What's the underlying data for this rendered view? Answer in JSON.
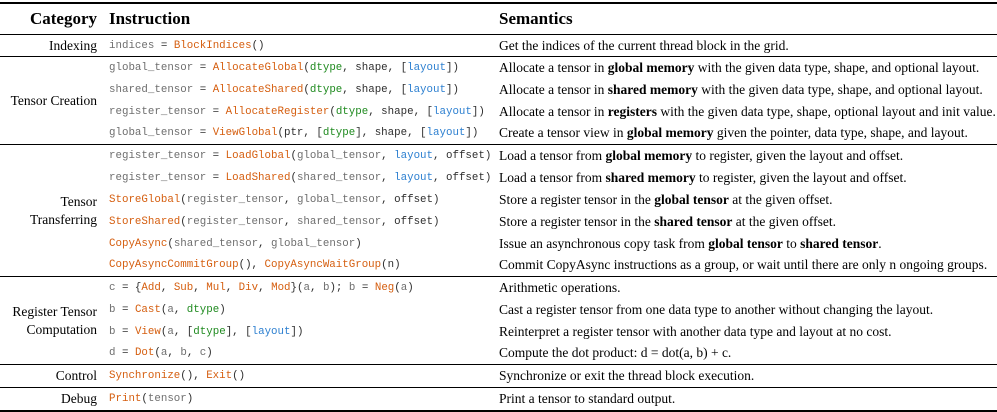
{
  "headers": {
    "category": "Category",
    "instruction": "Instruction",
    "semantics": "Semantics"
  },
  "categories": {
    "indexing": "Indexing",
    "tensor_creation": "Tensor Creation",
    "tensor_transferring_1": "Tensor",
    "tensor_transferring_2": "Transferring",
    "register_tensor_1": "Register Tensor",
    "register_tensor_2": "Computation",
    "control": "Control",
    "debug": "Debug"
  },
  "semantics": {
    "r1": [
      "Get the indices of the current thread block in the grid."
    ],
    "r2": [
      "Allocate a tensor in ",
      "global memory",
      " with the given data type, shape, and optional layout."
    ],
    "r3": [
      "Allocate a tensor in ",
      "shared memory",
      " with the given data type, shape, and optional layout."
    ],
    "r4": [
      "Allocate a tensor in ",
      "registers",
      " with the given data type, shape, optional layout and init value."
    ],
    "r5": [
      "Create a tensor view in ",
      "global memory",
      " given the pointer, data type, shape, and layout."
    ],
    "r6": [
      "Load a tensor from ",
      "global memory",
      " to register, given the layout and offset."
    ],
    "r7": [
      "Load a tensor from ",
      "shared memory",
      " to register, given the layout and offset."
    ],
    "r8": [
      "Store a register tensor in the ",
      "global tensor",
      " at the given offset."
    ],
    "r9": [
      "Store a register tensor in the ",
      "shared tensor",
      " at the given offset."
    ],
    "r10": [
      "Issue an asynchronous copy task from ",
      "global tensor",
      " to ",
      "shared tensor",
      "."
    ],
    "r11": [
      "Commit CopyAsync instructions as a group, or wait until there are only n ongoing groups."
    ],
    "r12": [
      "Arithmetic operations."
    ],
    "r13": [
      "Cast a register tensor from one data type to another without changing the layout."
    ],
    "r14": [
      "Reinterpret a register tensor with another data type and layout at no cost."
    ],
    "r15": [
      "Compute the dot product: d = dot(a, b) + c."
    ],
    "r16": [
      "Synchronize or exit the thread block execution."
    ],
    "r17": [
      "Print a tensor to standard output."
    ]
  },
  "instructions": {
    "r1": [
      [
        "v",
        "indices"
      ],
      [
        "p",
        " = "
      ],
      [
        "f",
        "BlockIndices"
      ],
      [
        "p",
        "()"
      ]
    ],
    "r2": [
      [
        "v",
        "global_tensor"
      ],
      [
        "p",
        " = "
      ],
      [
        "f",
        "AllocateGlobal"
      ],
      [
        "p",
        "("
      ],
      [
        "d",
        "dtype"
      ],
      [
        "p",
        ", shape, ["
      ],
      [
        "k",
        "layout"
      ],
      [
        "p",
        "])"
      ]
    ],
    "r3": [
      [
        "v",
        "shared_tensor"
      ],
      [
        "p",
        " = "
      ],
      [
        "f",
        "AllocateShared"
      ],
      [
        "p",
        "("
      ],
      [
        "d",
        "dtype"
      ],
      [
        "p",
        ", shape, ["
      ],
      [
        "k",
        "layout"
      ],
      [
        "p",
        "])"
      ]
    ],
    "r4": [
      [
        "v",
        "register_tensor"
      ],
      [
        "p",
        " = "
      ],
      [
        "f",
        "AllocateRegister"
      ],
      [
        "p",
        "("
      ],
      [
        "d",
        "dtype"
      ],
      [
        "p",
        ", shape, ["
      ],
      [
        "k",
        "layout"
      ],
      [
        "p",
        "])"
      ]
    ],
    "r5": [
      [
        "v",
        "global_tensor"
      ],
      [
        "p",
        " = "
      ],
      [
        "f",
        "ViewGlobal"
      ],
      [
        "p",
        "(ptr, ["
      ],
      [
        "d",
        "dtype"
      ],
      [
        "p",
        "], shape, ["
      ],
      [
        "k",
        "layout"
      ],
      [
        "p",
        "])"
      ]
    ],
    "r6": [
      [
        "v",
        "register_tensor"
      ],
      [
        "p",
        " = "
      ],
      [
        "f",
        "LoadGlobal"
      ],
      [
        "p",
        "("
      ],
      [
        "v",
        "global_tensor"
      ],
      [
        "p",
        ", "
      ],
      [
        "k",
        "layout"
      ],
      [
        "p",
        ", offset)"
      ]
    ],
    "r7": [
      [
        "v",
        "register_tensor"
      ],
      [
        "p",
        " = "
      ],
      [
        "f",
        "LoadShared"
      ],
      [
        "p",
        "("
      ],
      [
        "v",
        "shared_tensor"
      ],
      [
        "p",
        ", "
      ],
      [
        "k",
        "layout"
      ],
      [
        "p",
        ", offset)"
      ]
    ],
    "r8": [
      [
        "f",
        "StoreGlobal"
      ],
      [
        "p",
        "("
      ],
      [
        "v",
        "register_tensor"
      ],
      [
        "p",
        ", "
      ],
      [
        "v",
        "global_tensor"
      ],
      [
        "p",
        ", offset)"
      ]
    ],
    "r9": [
      [
        "f",
        "StoreShared"
      ],
      [
        "p",
        "("
      ],
      [
        "v",
        "register_tensor"
      ],
      [
        "p",
        ", "
      ],
      [
        "v",
        "shared_tensor"
      ],
      [
        "p",
        ", offset)"
      ]
    ],
    "r10": [
      [
        "f",
        "CopyAsync"
      ],
      [
        "p",
        "("
      ],
      [
        "v",
        "shared_tensor"
      ],
      [
        "p",
        ", "
      ],
      [
        "v",
        "global_tensor"
      ],
      [
        "p",
        ")"
      ]
    ],
    "r11": [
      [
        "f",
        "CopyAsyncCommitGroup"
      ],
      [
        "p",
        "(), "
      ],
      [
        "f",
        "CopyAsyncWaitGroup"
      ],
      [
        "p",
        "(n)"
      ]
    ],
    "r12": [
      [
        "v",
        "c"
      ],
      [
        "p",
        " = {"
      ],
      [
        "f",
        "Add"
      ],
      [
        "p",
        ", "
      ],
      [
        "f",
        "Sub"
      ],
      [
        "p",
        ", "
      ],
      [
        "f",
        "Mul"
      ],
      [
        "p",
        ", "
      ],
      [
        "f",
        "Div"
      ],
      [
        "p",
        ", "
      ],
      [
        "f",
        "Mod"
      ],
      [
        "p",
        "}("
      ],
      [
        "v",
        "a"
      ],
      [
        "p",
        ", "
      ],
      [
        "v",
        "b"
      ],
      [
        "p",
        "); "
      ],
      [
        "v",
        "b"
      ],
      [
        "p",
        " = "
      ],
      [
        "f",
        "Neg"
      ],
      [
        "p",
        "("
      ],
      [
        "v",
        "a"
      ],
      [
        "p",
        ")"
      ]
    ],
    "r13": [
      [
        "v",
        "b"
      ],
      [
        "p",
        " = "
      ],
      [
        "f",
        "Cast"
      ],
      [
        "p",
        "("
      ],
      [
        "v",
        "a"
      ],
      [
        "p",
        ", "
      ],
      [
        "d",
        "dtype"
      ],
      [
        "p",
        ")"
      ]
    ],
    "r14": [
      [
        "v",
        "b"
      ],
      [
        "p",
        " = "
      ],
      [
        "f",
        "View"
      ],
      [
        "p",
        "("
      ],
      [
        "v",
        "a"
      ],
      [
        "p",
        ", ["
      ],
      [
        "d",
        "dtype"
      ],
      [
        "p",
        "], ["
      ],
      [
        "k",
        "layout"
      ],
      [
        "p",
        "])"
      ]
    ],
    "r15": [
      [
        "v",
        "d"
      ],
      [
        "p",
        " = "
      ],
      [
        "f",
        "Dot"
      ],
      [
        "p",
        "("
      ],
      [
        "v",
        "a"
      ],
      [
        "p",
        ", "
      ],
      [
        "v",
        "b"
      ],
      [
        "p",
        ", "
      ],
      [
        "v",
        "c"
      ],
      [
        "p",
        ")"
      ]
    ],
    "r16": [
      [
        "f",
        "Synchronize"
      ],
      [
        "p",
        "(), "
      ],
      [
        "f",
        "Exit"
      ],
      [
        "p",
        "()"
      ]
    ],
    "r17": [
      [
        "f",
        "Print"
      ],
      [
        "p",
        "("
      ],
      [
        "v",
        "tensor"
      ],
      [
        "p",
        ")"
      ]
    ]
  },
  "colors": {
    "function": "#d55e0f",
    "variable": "#6e6e6e",
    "layout": "#2c7fd0",
    "dtype": "#1f8a1f",
    "plain": "#2e2e2e"
  }
}
